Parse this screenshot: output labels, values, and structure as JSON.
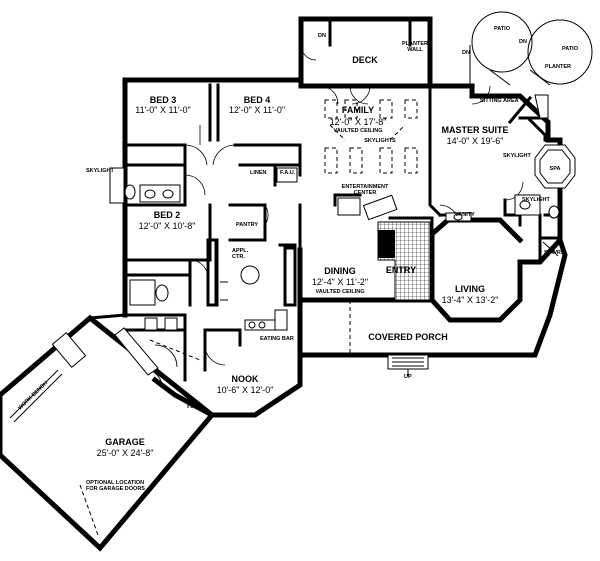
{
  "rooms": {
    "deck": "DECK",
    "family": {
      "name": "FAMILY",
      "dims": "12'-0\" X 17'-8\"",
      "note": "VAULTED CEILING"
    },
    "bed3": {
      "name": "BED 3",
      "dims": "11'-0\" X 11'-0\""
    },
    "bed4": {
      "name": "BED 4",
      "dims": "12'-0\" X 11'-0\""
    },
    "bed2": {
      "name": "BED 2",
      "dims": "12'-0\" X 10'-8\""
    },
    "master": {
      "name": "MASTER SUITE",
      "dims": "14'-0\" X 19'-6\""
    },
    "dining": {
      "name": "DINING",
      "dims": "12'-4\" X 11'-2\"",
      "note": "VAULTED CEILING"
    },
    "entry": "ENTRY",
    "living": {
      "name": "LIVING",
      "dims": "13'-4\" X 13'-2\""
    },
    "porch": "COVERED PORCH",
    "nook": {
      "name": "NOOK",
      "dims": "10'-6\" X 12'-0\""
    },
    "garage": {
      "name": "GARAGE",
      "dims": "25'-0\" X 24'-8\""
    }
  },
  "labels": {
    "planter_wall": [
      "PLANTER",
      "WALL"
    ],
    "dn": "DN",
    "patio": "PATIO",
    "planter": "PLANTER",
    "sitting_area": "SITTING AREA",
    "skylights": "SKYLIGHTS",
    "skylight": "SKYLIGHT",
    "spa": "SPA",
    "linen": "LINEN",
    "fau": "F.A.U.",
    "entertainment": [
      "ENTERTAINMENT",
      "CENTER"
    ],
    "vanity": "VANITY",
    "pantry": "PANTRY",
    "appl": [
      "APPL.",
      "CTR."
    ],
    "shwr": "SHWR.",
    "eating_bar": "EATING BAR",
    "up": "UP",
    "work_bench": "WORK BENCH",
    "garage_doors": [
      "OPTIONAL LOCATION",
      "FOR GARAGE DOORS"
    ]
  }
}
